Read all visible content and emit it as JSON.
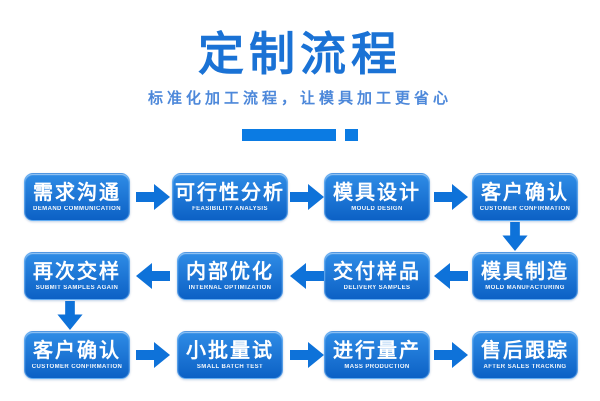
{
  "header": {
    "title": "定制流程",
    "subtitle": "标准化加工流程，让模具加工更省心"
  },
  "colors": {
    "background": "#ffffff",
    "title": "#1a72d5",
    "subtitle": "#4d88da",
    "underline": "#0b7be3",
    "box_gradient_top": "#2f8ce6",
    "box_gradient_bottom": "#0c61c5",
    "box_text": "#ffffff",
    "arrow": "#0e72d9"
  },
  "flow": {
    "rows": [
      {
        "direction": "right",
        "steps": [
          {
            "zh": "需求沟通",
            "en": "DEMAND COMMUNICATION"
          },
          {
            "zh": "可行性分析",
            "en": "FEASIBILITY ANALYSIS"
          },
          {
            "zh": "模具设计",
            "en": "MOULD DESIGN"
          },
          {
            "zh": "客户确认",
            "en": "CUSTOMER CONFIRMATION"
          }
        ]
      },
      {
        "direction": "left",
        "steps": [
          {
            "zh": "再次交样",
            "en": "SUBMIT SAMPLES AGAIN"
          },
          {
            "zh": "内部优化",
            "en": "INTERNAL OPTIMIZATION"
          },
          {
            "zh": "交付样品",
            "en": "DELIVERY SAMPLES"
          },
          {
            "zh": "模具制造",
            "en": "MOLD MANUFACTURING"
          }
        ]
      },
      {
        "direction": "right",
        "steps": [
          {
            "zh": "客户确认",
            "en": "CUSTOMER CONFIRMATION"
          },
          {
            "zh": "小批量试",
            "en": "SMALL BATCH TEST"
          },
          {
            "zh": "进行量产",
            "en": "MASS PRODUCTION"
          },
          {
            "zh": "售后跟踪",
            "en": "AFTER SALES TRACKING"
          }
        ]
      }
    ],
    "down_connectors": [
      {
        "after_row": 1,
        "column": 4
      },
      {
        "after_row": 2,
        "column": 1
      }
    ]
  }
}
